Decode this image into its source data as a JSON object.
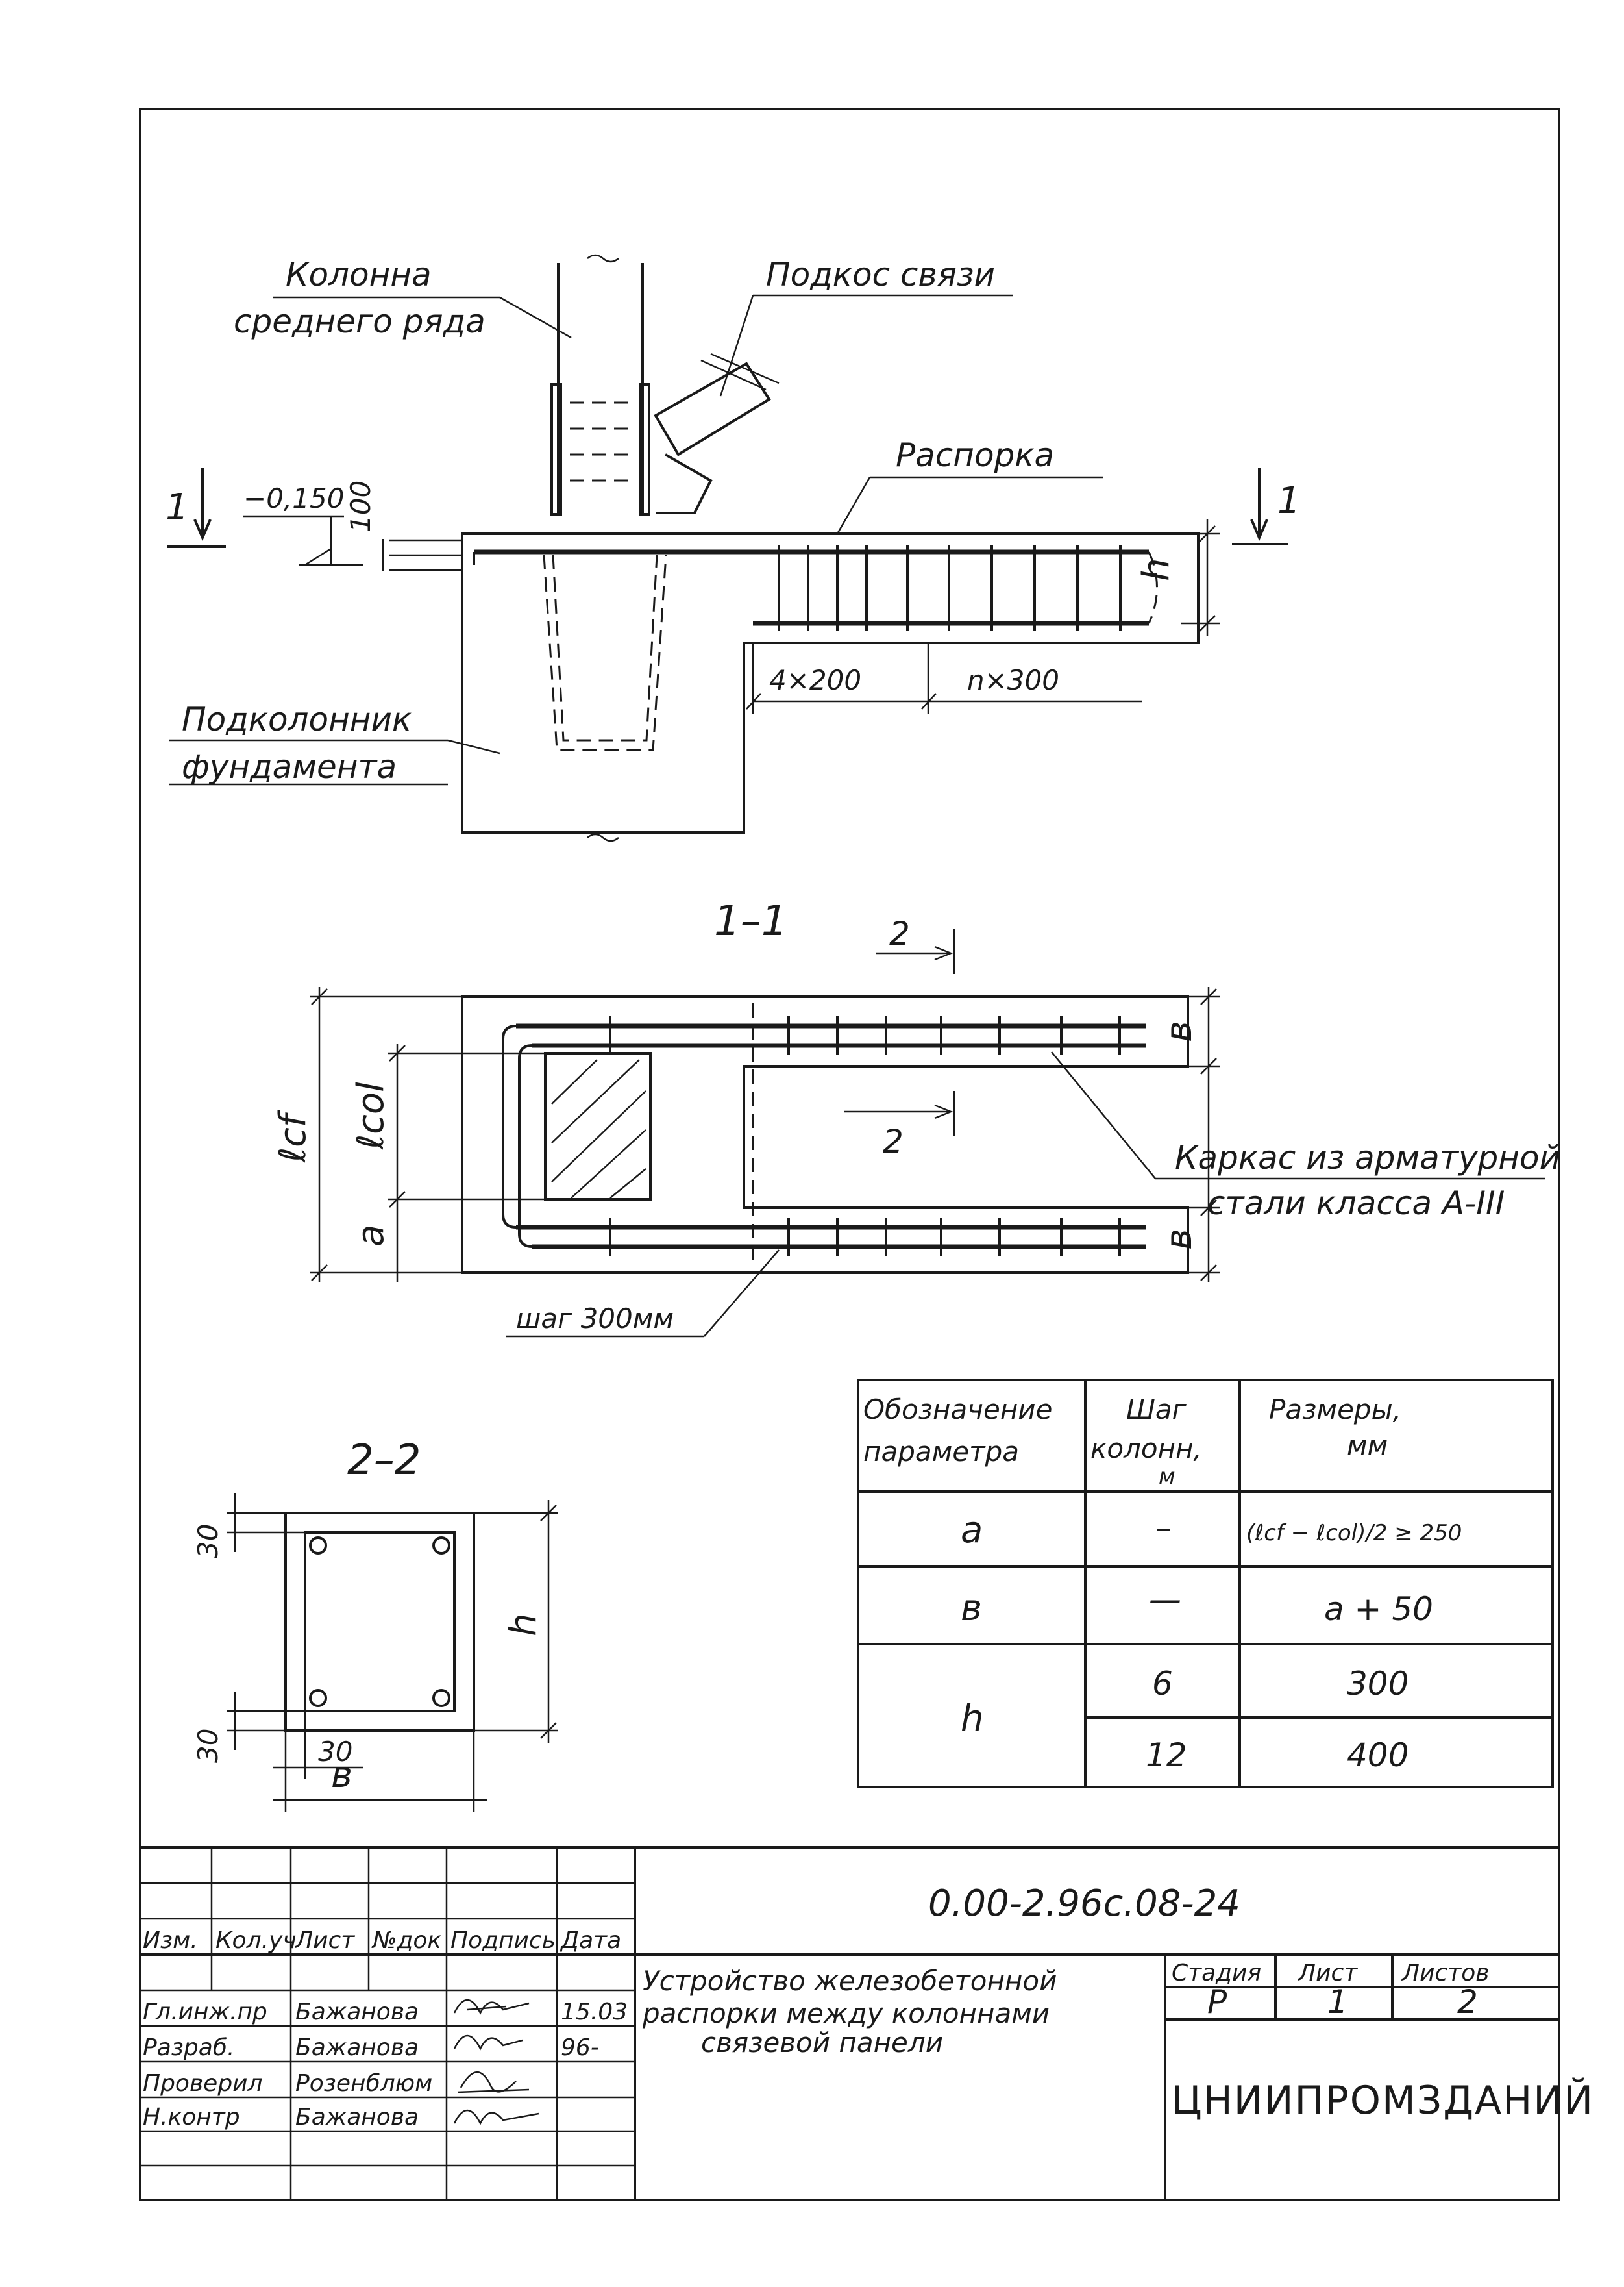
{
  "elevation": {
    "column_label_1": "Колонна",
    "column_label_2": "среднего ряда",
    "brace_label": "Подкос связи",
    "strut_label": "Распорка",
    "section_mark_left": "1",
    "section_mark_right": "1",
    "level": "−0,150",
    "dim_100": "100",
    "dim_h": "h",
    "dim_4x200": "4×200",
    "dim_nx300": "n×300",
    "foundation_label_1": "Подколонник",
    "foundation_label_2": "фундамента"
  },
  "section_1_1": {
    "title": "1–1",
    "cut_mark_top": "2",
    "cut_mark_mid": "2",
    "dim_lcf": "ℓcf",
    "dim_lcol": "ℓcol",
    "dim_a": "a",
    "dim_b_top": "в",
    "dim_b_bottom": "в",
    "cage_label_1": "Каркас из арматурной",
    "cage_label_2": "стали класса А-III",
    "pitch_label": "шаг 300мм"
  },
  "section_2_2": {
    "title": "2–2",
    "dim_30_top": "30",
    "dim_30_bottom": "30",
    "dim_30_horiz": "30",
    "dim_h": "h",
    "dim_b": "в"
  },
  "param_table": {
    "headers": [
      [
        "Обозначение",
        "параметра"
      ],
      [
        "Шаг",
        "колонн,",
        "м"
      ],
      [
        "Размеры,",
        "мм"
      ]
    ],
    "rows": [
      {
        "param": "a",
        "step": "–",
        "size": "(ℓcf − ℓcol)/2 ≥ 250"
      },
      {
        "param": "в",
        "step": "—",
        "size": "a + 50"
      },
      {
        "param": "h",
        "step": "6",
        "size": "300"
      },
      {
        "param": "",
        "step": "12",
        "size": "400"
      }
    ]
  },
  "title_block": {
    "doc_code": "0.00-2.96с.08-24",
    "rev_headers": [
      "Изм.",
      "Кол.уч",
      "Лист",
      "№док",
      "Подпись",
      "Дата"
    ],
    "staff": [
      {
        "role": "Гл.инж.пр",
        "name": "Бажанова",
        "date": "15.03"
      },
      {
        "role": "Разраб.",
        "name": "Бажанова",
        "date": "96-"
      },
      {
        "role": "Проверил",
        "name": "Розенблюм",
        "date": ""
      },
      {
        "role": "Н.контр",
        "name": "Бажанова",
        "date": ""
      }
    ],
    "title_lines": [
      "Устройство железобетонной",
      "распорки между колоннами",
      "связевой панели"
    ],
    "stage_header": "Стадия",
    "sheet_header": "Лист",
    "sheets_header": "Листов",
    "stage": "Р",
    "sheet": "1",
    "sheets": "2",
    "organization": "ЦНИИПРОМЗДАНИЙ"
  }
}
